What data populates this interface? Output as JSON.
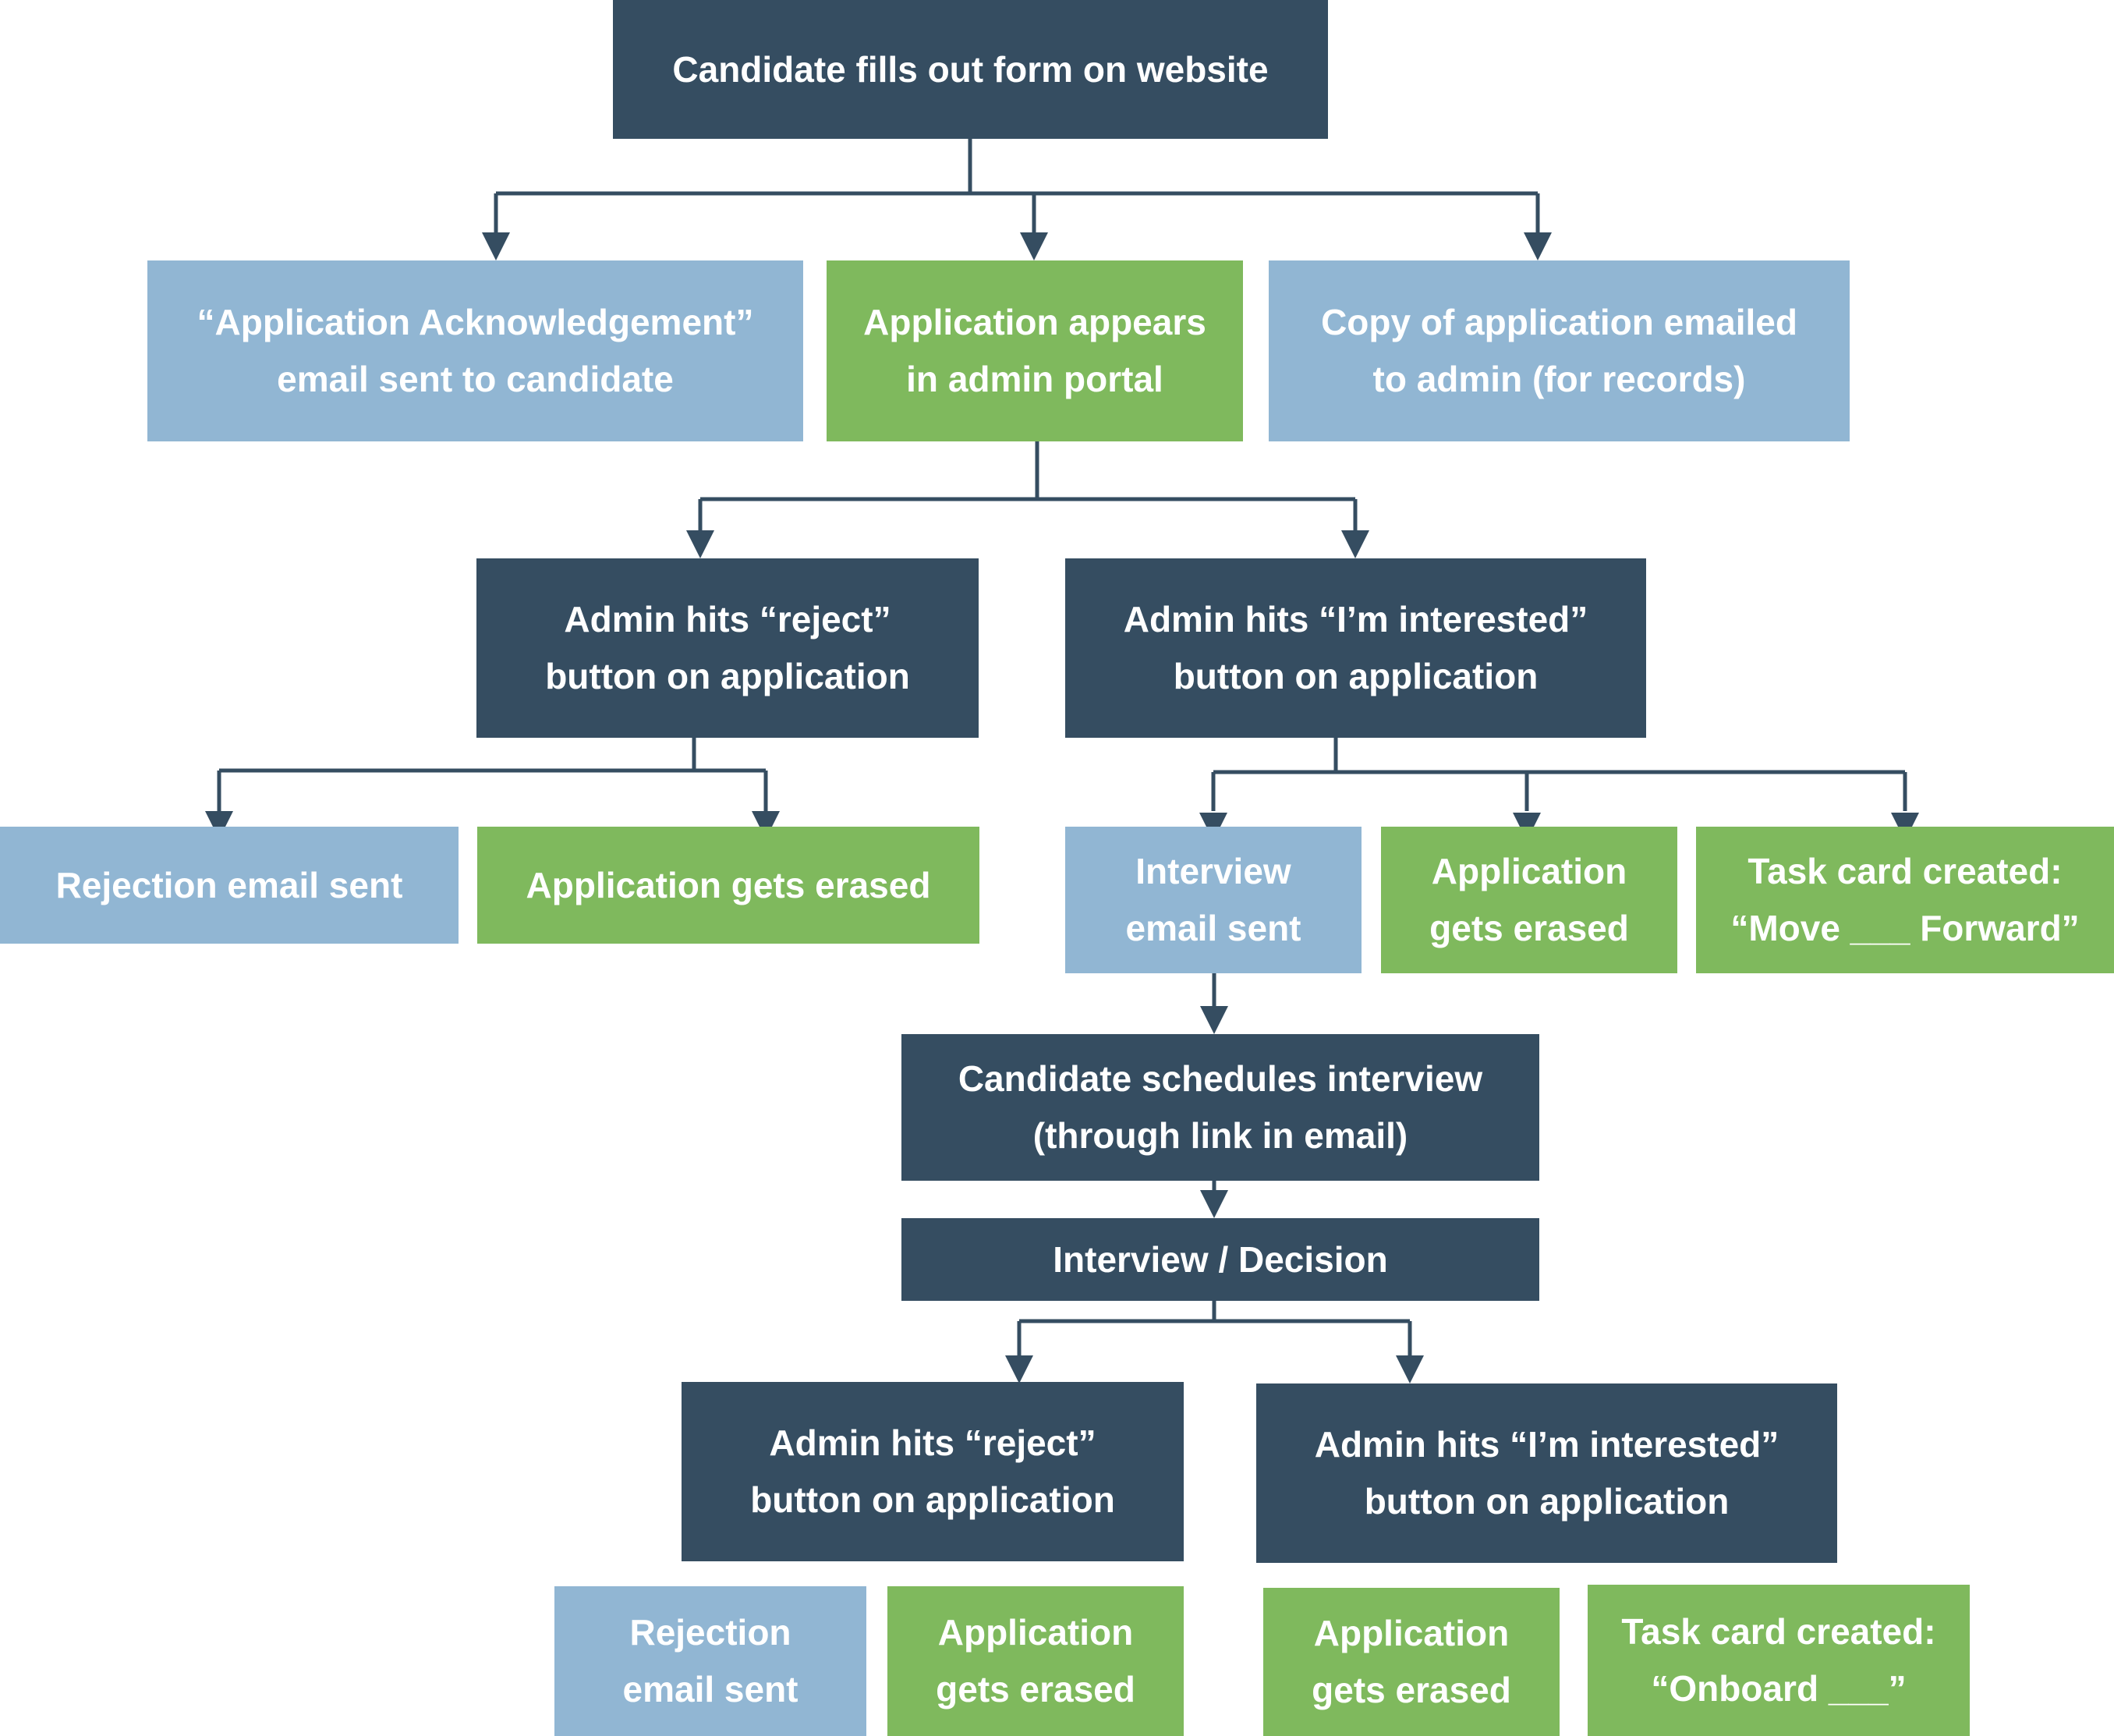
{
  "colors": {
    "dark": "#354d61",
    "blue": "#91b6d3",
    "green": "#7fb95d",
    "connector": "#354d61"
  },
  "nodes": {
    "candidate_fills_form": {
      "line1": "Candidate fills out form on website"
    },
    "acknowledgement_email": {
      "line1": "“Application Acknowledgement”",
      "line2": "email sent to candidate"
    },
    "admin_portal": {
      "line1": "Application appears",
      "line2": "in admin portal"
    },
    "copy_emailed": {
      "line1": "Copy of application emailed",
      "line2": "to admin (for records)"
    },
    "reject_1": {
      "line1": "Admin hits “reject”",
      "line2": "button on application"
    },
    "interested_1": {
      "line1": "Admin hits “I’m interested”",
      "line2": "button on application"
    },
    "rejection_email_1": {
      "line1": "Rejection email sent"
    },
    "erased_1": {
      "line1": "Application gets erased"
    },
    "interview_email": {
      "line1": "Interview",
      "line2": "email sent"
    },
    "erased_2": {
      "line1": "Application",
      "line2": "gets erased"
    },
    "task_move_forward": {
      "line1": "Task card created:",
      "line2": "“Move ___ Forward”"
    },
    "schedule_interview": {
      "line1": "Candidate schedules interview",
      "line2": "(through link in email)"
    },
    "interview_decision": {
      "line1": "Interview / Decision"
    },
    "reject_2": {
      "line1": "Admin hits “reject”",
      "line2": "button on application"
    },
    "interested_2": {
      "line1": "Admin hits “I’m interested”",
      "line2": "button on application"
    },
    "rejection_email_2": {
      "line1": "Rejection",
      "line2": "email sent"
    },
    "erased_3": {
      "line1": "Application",
      "line2": "gets erased"
    },
    "erased_4": {
      "line1": "Application",
      "line2": "gets erased"
    },
    "task_onboard": {
      "line1": "Task card created:",
      "line2": "“Onboard ___”"
    }
  }
}
